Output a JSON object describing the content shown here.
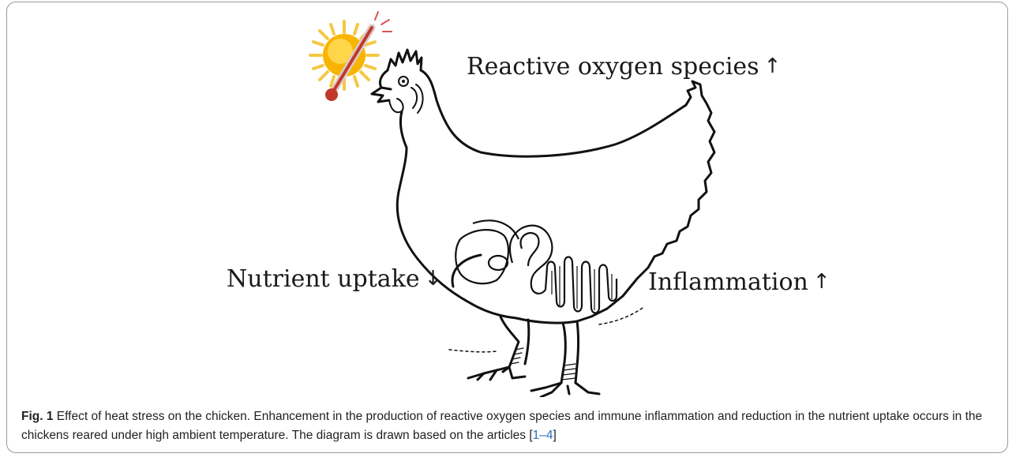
{
  "labels": {
    "ros": "Reactive oxygen species",
    "ros_arrow": "↑",
    "nutrient": "Nutrient uptake",
    "nutrient_arrow": "↓",
    "inflammation": "Inflammation",
    "inflammation_arrow": "↑"
  },
  "caption": {
    "fig_number": "Fig. 1",
    "text": " Effect of heat stress on the chicken. Enhancement in the production of reactive oxygen species and immune inflammation and reduction in the nutrient uptake occurs in the chickens reared under high ambient temperature. The diagram is drawn based on the articles ",
    "ref_open": "[",
    "ref": "1–4",
    "ref_close": "]"
  },
  "icons": [
    "sun-icon",
    "thermometer-icon",
    "chicken-illustration",
    "intestine-illustration"
  ],
  "colors": {
    "sun_core": "#f7b500",
    "sun_rays": "#f5c842",
    "thermometer": "#c0392b",
    "reference_link": "#2a6ebb",
    "frame_border": "#9a9a9a"
  }
}
